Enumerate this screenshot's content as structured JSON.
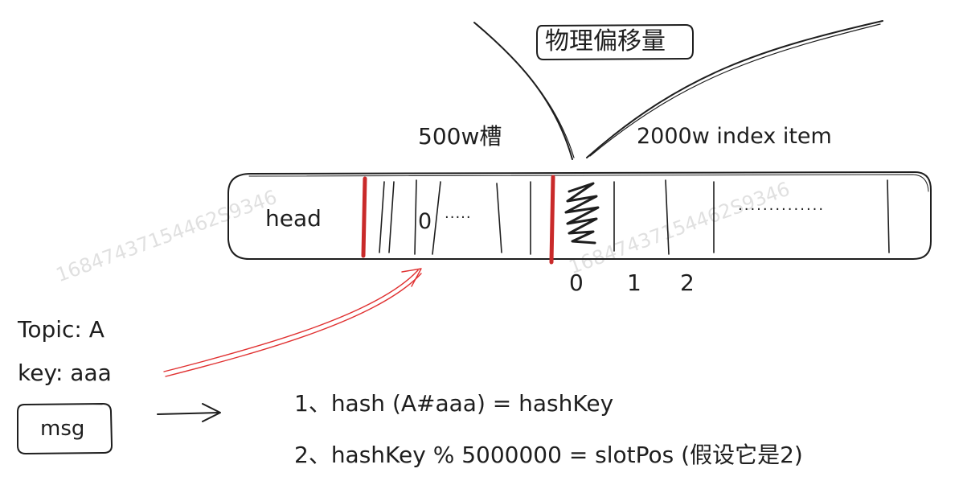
{
  "callout": {
    "label": "物理偏移量"
  },
  "sections": {
    "slots_label": "500w槽",
    "items_label": "2000w index item"
  },
  "strip": {
    "head_label": "head",
    "slot_index": "0",
    "slot_dots": "·····",
    "item_dots": "··············"
  },
  "item_indices": [
    "0",
    "1",
    "2"
  ],
  "message": {
    "topic": "Topic: A",
    "key": "key: aaa",
    "box_label": "msg"
  },
  "steps": [
    "1、hash (A#aaa)  = hashKey",
    "2、hashKey % 5000000 = slotPos  (假设它是2)"
  ],
  "watermarks": [
    "16847437154462S9346",
    "16847437154462S9346"
  ],
  "colors": {
    "ink": "#1e1e1e",
    "accent_red": "#c92a2a",
    "arrow_red": "#e03131",
    "watermark": "#c8c8c8"
  }
}
